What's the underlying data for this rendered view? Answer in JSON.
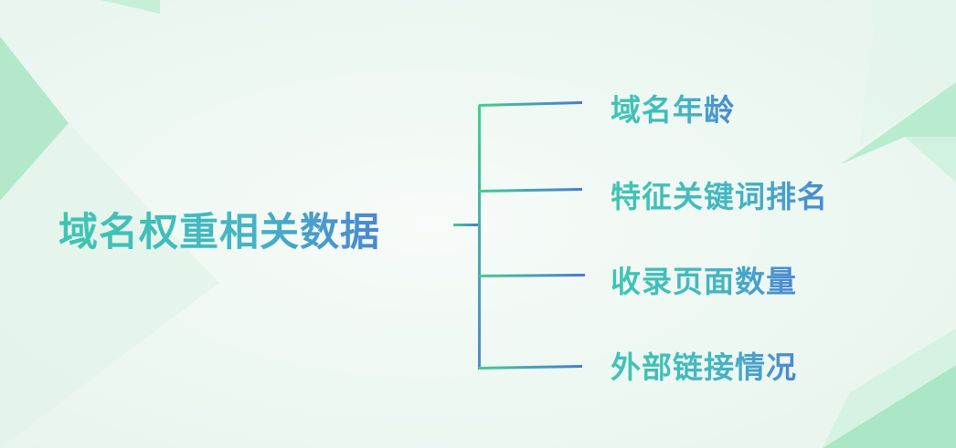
{
  "root": {
    "label": "域名权重相关数据"
  },
  "branches": [
    {
      "label": "域名年龄"
    },
    {
      "label": "特征关键词排名"
    },
    {
      "label": "收录页面数量"
    },
    {
      "label": "外部链接情况"
    }
  ],
  "colors": {
    "line_start": "#3fd08e",
    "line_end": "#4a78d4",
    "text_start": "#3ec6b2",
    "text_end": "#4b86d2",
    "background": "#f1f8f4",
    "accent_shape": "#a8e6c4"
  }
}
